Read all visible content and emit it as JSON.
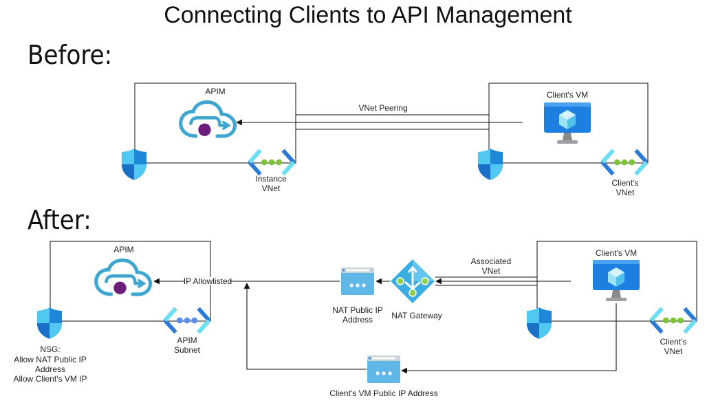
{
  "title": "Connecting Clients to API Management",
  "before": {
    "heading": "Before:",
    "apim_label": "APIM",
    "vnet_peering_label": "VNet Peering",
    "instance_vnet_label": [
      "Instance",
      "VNet"
    ],
    "clients_vm_label": "Client's VM",
    "clients_vnet_label": [
      "Client's",
      "VNet"
    ]
  },
  "after": {
    "heading": "After:",
    "apim_label": "APIM",
    "ip_allowlisted_label": "IP Allowlisted",
    "apim_subnet_label": [
      "APIM",
      "Subnet"
    ],
    "nsg_label": [
      "NSG:",
      "Allow NAT Public IP",
      "Address",
      "Allow Client's VM IP"
    ],
    "nat_public_ip_label": [
      "NAT Public IP",
      "Address"
    ],
    "nat_gateway_label": "NAT Gateway",
    "associated_vnet_label": [
      "Associated",
      "VNet"
    ],
    "clients_vm_label": "Client's VM",
    "clients_vnet_label": [
      "Client's",
      "VNet"
    ],
    "clients_vm_public_ip_label": "Client's VM Public IP Address"
  },
  "colors": {
    "cloud_stroke": "#3ea6cf",
    "apim_dot": "#6b1f7b",
    "shield_light": "#50c8f2",
    "shield_dark": "#1669c0",
    "vm_screen": "#1d7fe0",
    "vnet_chevron_light": "#6ce0f0",
    "vnet_chevron_dark": "#2a7ad6",
    "vnet_dot_green": "#7ec43a",
    "vnet_dot_blue": "#5b8ee6",
    "nat_diamond": "#3aaee0",
    "ip_card": "#5eb7e6"
  }
}
